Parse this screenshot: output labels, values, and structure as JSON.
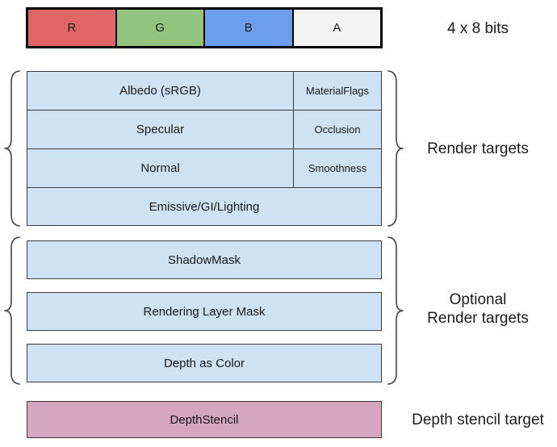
{
  "format_bar": {
    "label": "4 x 8 bits",
    "channels": [
      {
        "label": "R",
        "color": "#e06666"
      },
      {
        "label": "G",
        "color": "#93c47d"
      },
      {
        "label": "B",
        "color": "#6d9eeb"
      },
      {
        "label": "A",
        "color": "#f3f3f3"
      }
    ]
  },
  "render_targets": {
    "group_label": "Render targets",
    "cell_color": "#cfe2f3",
    "rows": [
      {
        "main": "Albedo (sRGB)",
        "alpha": "MaterialFlags"
      },
      {
        "main": "Specular",
        "alpha": "Occlusion"
      },
      {
        "main": "Normal",
        "alpha": "Smoothness"
      },
      {
        "main": "Emissive/GI/Lighting"
      }
    ]
  },
  "optional_targets": {
    "group_label_line1": "Optional",
    "group_label_line2": "Render targets",
    "cell_color": "#cfe2f3",
    "rows": [
      {
        "label": "ShadowMask"
      },
      {
        "label": "Rendering Layer Mask"
      },
      {
        "label": "Depth as Color"
      }
    ]
  },
  "depth_stencil": {
    "group_label": "Depth stencil target",
    "cell_label": "DepthStencil",
    "cell_color": "#d5a6bd"
  }
}
